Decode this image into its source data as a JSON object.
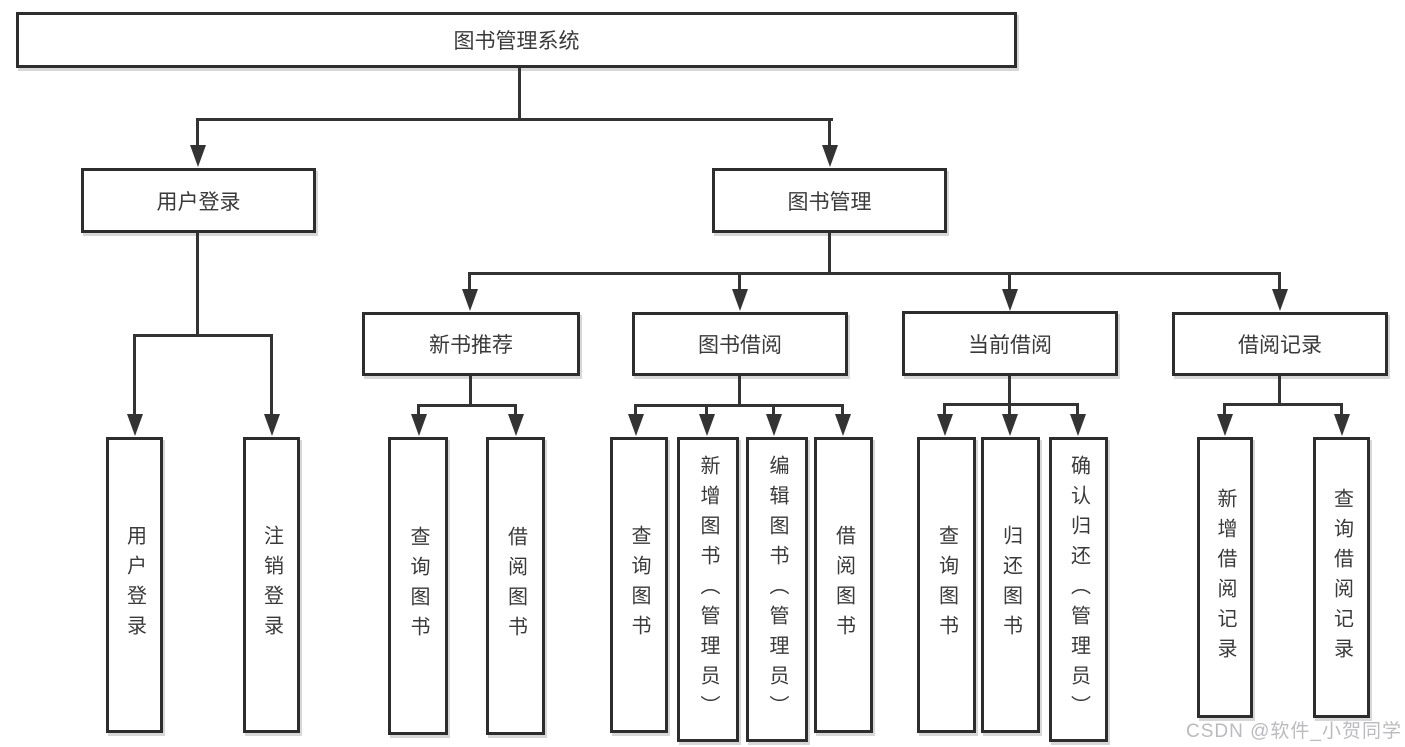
{
  "diagram_title": "图书管理系统",
  "tree": {
    "root": {
      "label": "图书管理系统"
    },
    "branches": [
      {
        "label": "用户登录",
        "children": [
          {
            "label": "用户登录"
          },
          {
            "label": "注销登录"
          }
        ]
      },
      {
        "label": "图书管理",
        "children": [
          {
            "label": "新书推荐",
            "children": [
              {
                "label": "查询图书"
              },
              {
                "label": "借阅图书"
              }
            ]
          },
          {
            "label": "图书借阅",
            "children": [
              {
                "label": "查询图书"
              },
              {
                "label": "新增图书（管理员）"
              },
              {
                "label": "编辑图书（管理员）"
              },
              {
                "label": "借阅图书"
              }
            ]
          },
          {
            "label": "当前借阅",
            "children": [
              {
                "label": "查询图书"
              },
              {
                "label": "归还图书"
              },
              {
                "label": "确认归还（管理员）"
              }
            ]
          },
          {
            "label": "借阅记录",
            "children": [
              {
                "label": "新增借阅记录"
              },
              {
                "label": "查询借阅记录"
              }
            ]
          }
        ]
      }
    ]
  },
  "watermark": {
    "text": "CSDN @软件_小贺同学"
  },
  "colors": {
    "line": "#333333",
    "border": "#2d2d2d",
    "text": "#3a3a3a",
    "watermark": "#bbbbbf",
    "background": "#ffffff"
  }
}
